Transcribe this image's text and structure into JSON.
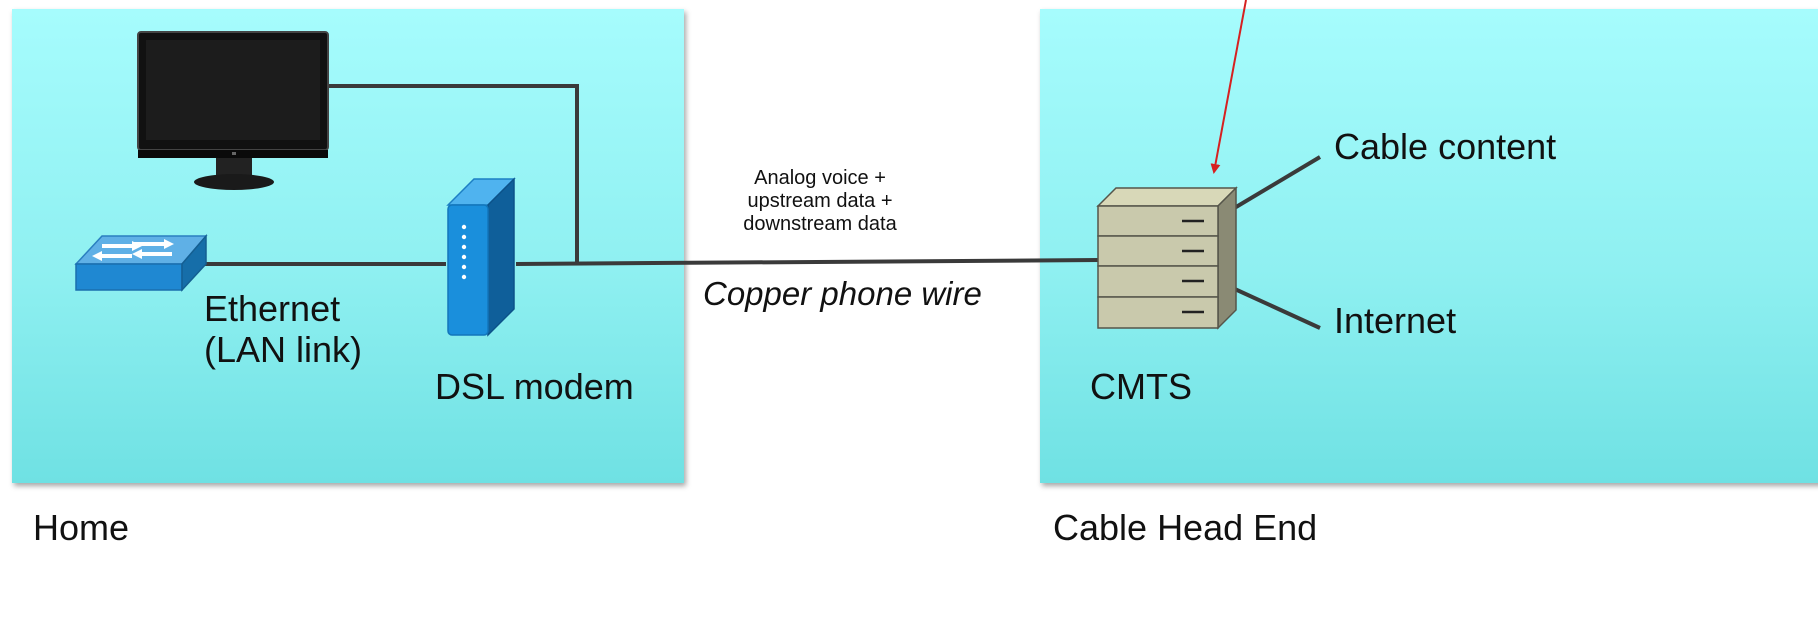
{
  "zones": {
    "home": "Home",
    "head_end": "Cable Head End"
  },
  "devices": {
    "tv": "tv-icon",
    "switch": "ethernet-switch-icon",
    "modem": "dsl-modem-icon",
    "cmts": "cmts-rack-icon"
  },
  "labels": {
    "ethernet_line1": "Ethernet",
    "ethernet_line2": "(LAN link)",
    "dsl_modem": "DSL modem",
    "signal_line1": "Analog voice +",
    "signal_line2": "upstream data +",
    "signal_line3": "downstream data",
    "wire": "Copper phone wire",
    "cmts": "CMTS",
    "cable_content": "Cable content",
    "internet": "Internet"
  },
  "colors": {
    "zone_fill": "#8ff0f1",
    "wire": "#3a3a3a",
    "pointer_arrow": "#d62020"
  }
}
